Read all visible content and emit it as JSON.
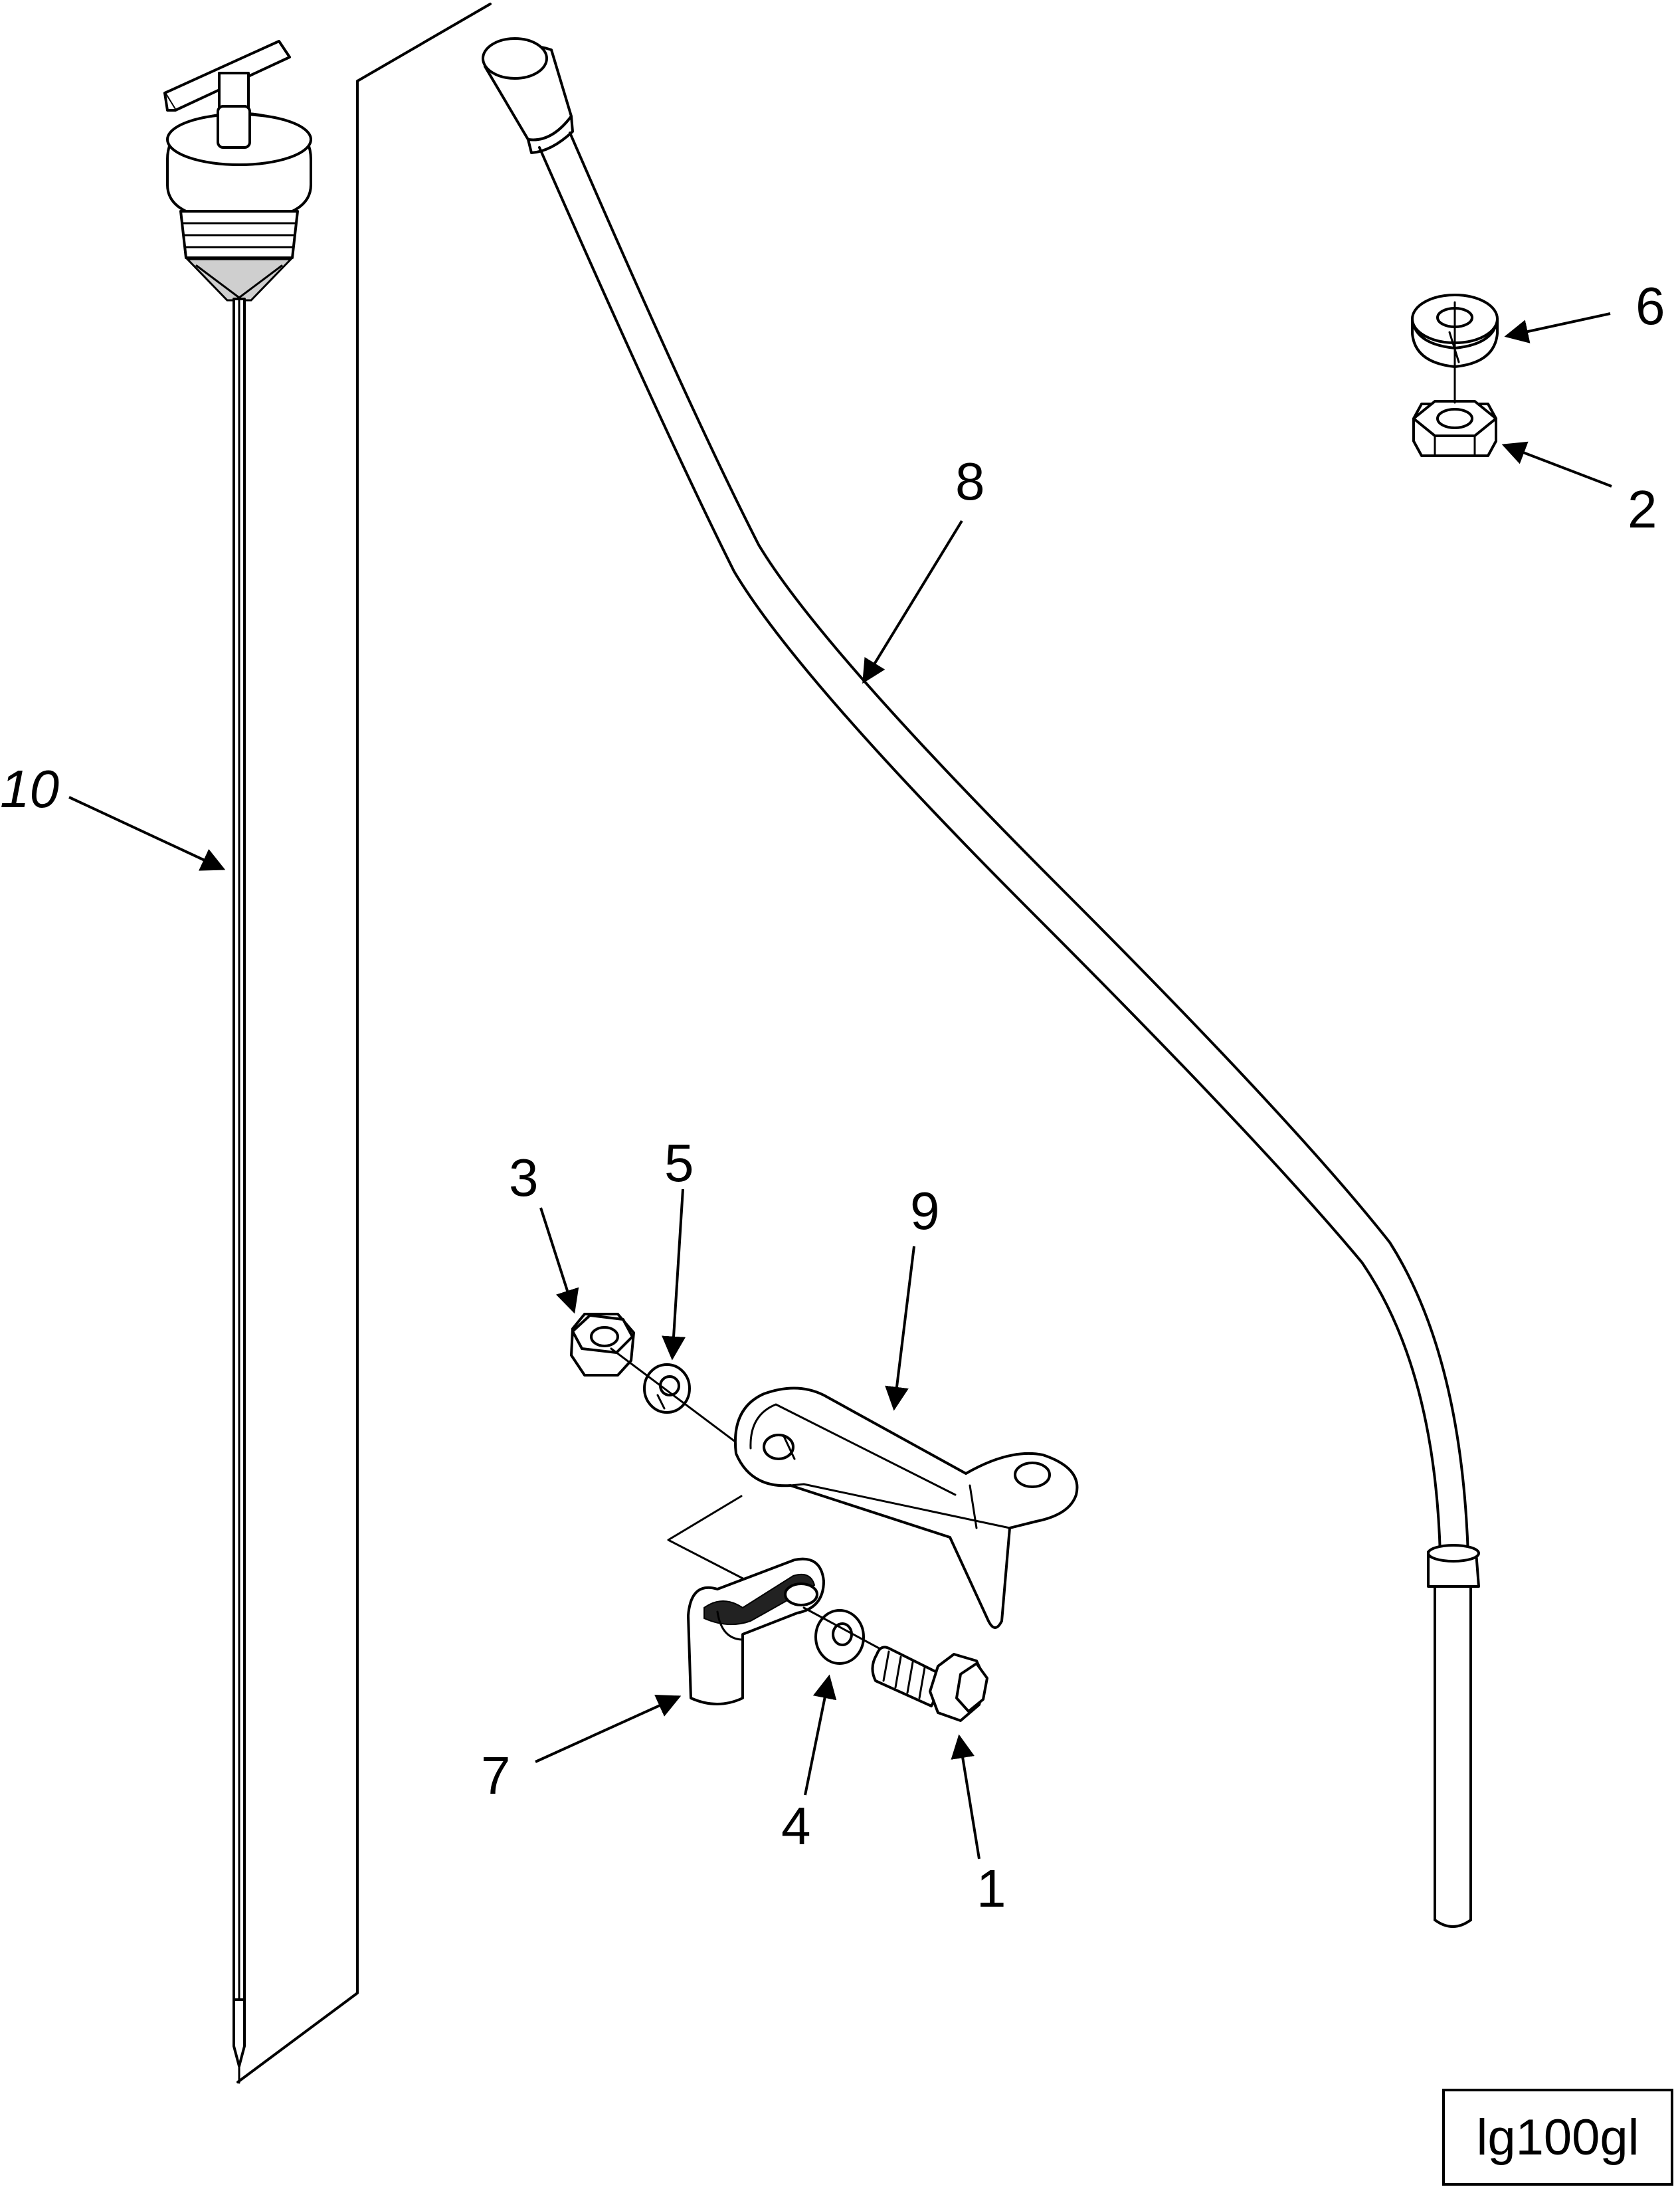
{
  "diagram": {
    "reference_code": "lg100gl",
    "callouts": {
      "c1": "1",
      "c2": "2",
      "c3": "3",
      "c4": "4",
      "c5": "5",
      "c6": "6",
      "c7": "7",
      "c8": "8",
      "c9": "9",
      "c10": "10"
    }
  }
}
